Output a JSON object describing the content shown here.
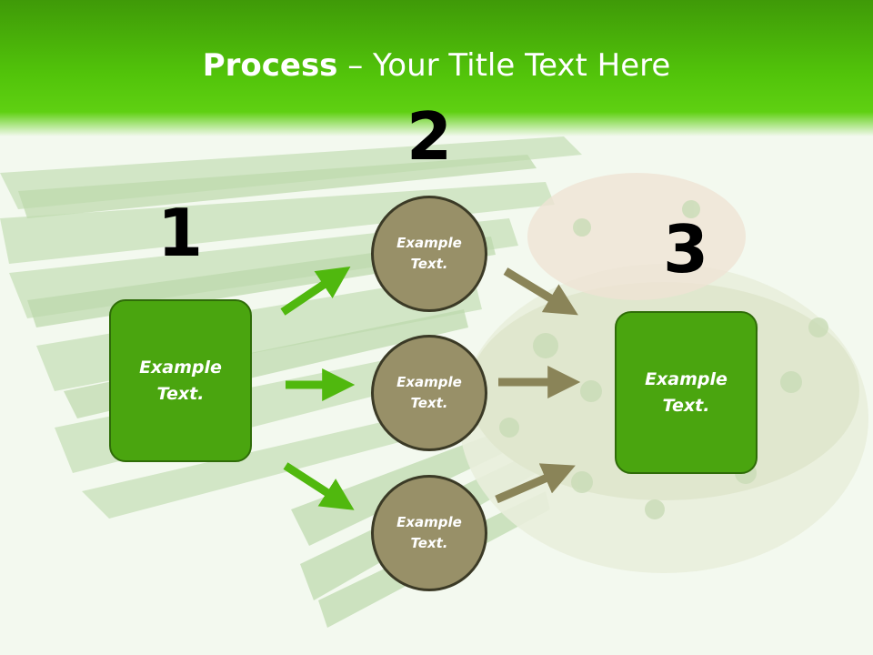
{
  "slide": {
    "title_bold": "Process",
    "title_rest": " – Your Title Text Here"
  },
  "steps": {
    "step1": {
      "number": "1",
      "text_line1": "Example",
      "text_line2": "Text."
    },
    "step2": {
      "number": "2"
    },
    "step3": {
      "number": "3",
      "text_line1": "Example",
      "text_line2": "Text."
    }
  },
  "circles": [
    {
      "text_line1": "Example",
      "text_line2": "Text."
    },
    {
      "text_line1": "Example",
      "text_line2": "Text."
    },
    {
      "text_line1": "Example",
      "text_line2": "Text."
    }
  ],
  "colors": {
    "header_green": "#52c40a",
    "box_green": "#4aa50f",
    "arrow_green": "#50b80e",
    "circle_fill": "#989068",
    "arrow_olive": "#8a8458"
  }
}
